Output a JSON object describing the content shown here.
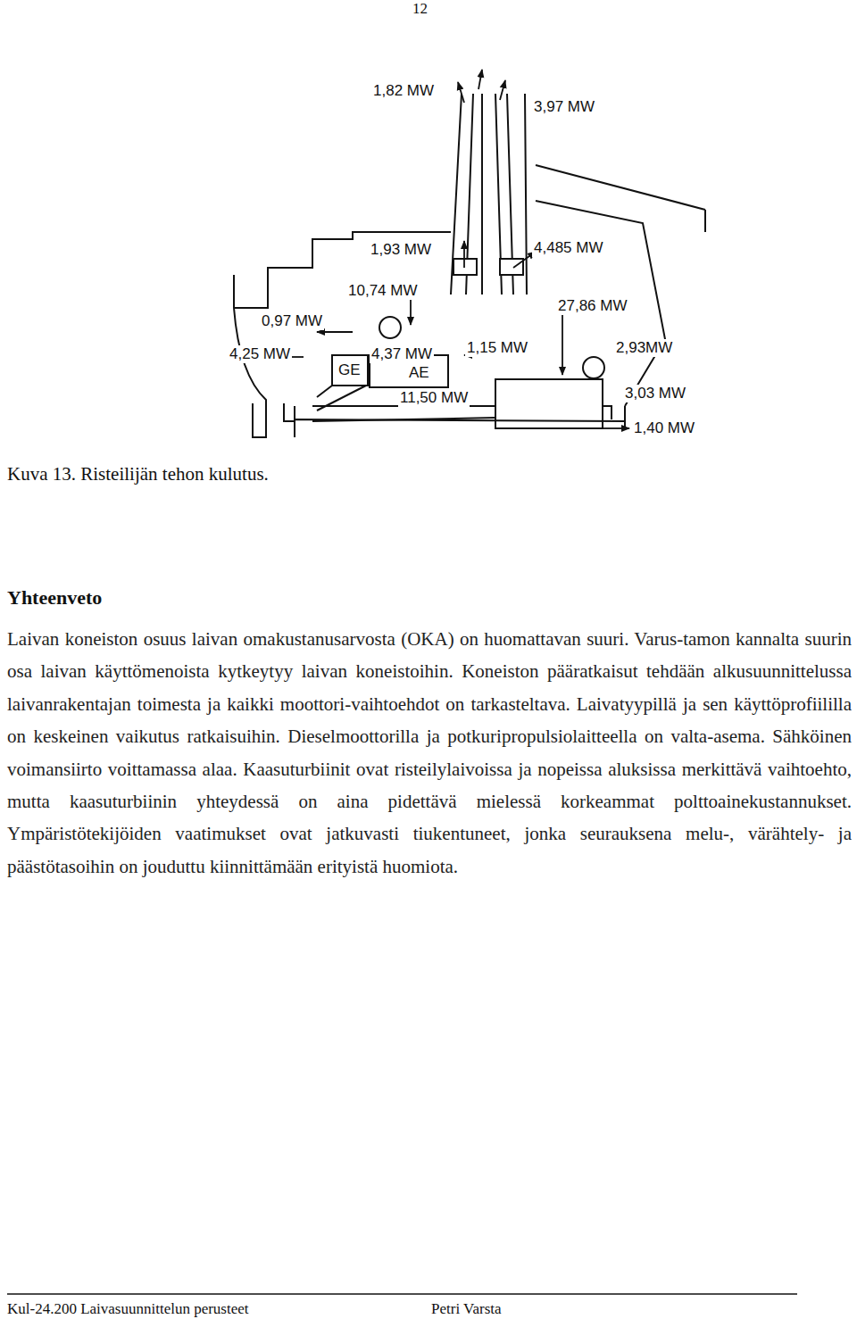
{
  "diagram": {
    "caption": "Kuva 13. Risteilijän tehon kulutus.",
    "labels": [
      "12",
      "1,82 MW",
      "3,97 MW",
      "1,93 MW",
      "4,485 MW",
      "10,74 MW",
      "0,97 MW",
      "27,86 MW",
      "4,25 MW",
      "4,37 MW",
      "1,15 MW",
      "2,93MW",
      "GE",
      "AE",
      "11,50 MW",
      "3,03 MW",
      "1,40 MW",
      "Yhteenveto",
      "Laivan koneiston osuus laivan omakustanusarvosta (OKA) on huomattavan suuri. Varus-tamon kannalta suurin osa laivan käyttömenoista kytkeytyy laivan koneistoihin. Koneiston pääratkaisut tehdään alkusuunnittelussa laivanrakentajan toimesta ja kaikki moottori-vaihtoehdot on tarkasteltava. Laivatyypillä ja sen käyttöprofiililla on keskeinen vaikutus ratkaisuihin. Dieselmoottorilla ja potkuripropulsiolaitteella on valta-asema. Sähköinen voimansiirto voittamassa alaa. Kaasuturbiinit ovat risteilylaivoissa ja nopeissa aluksissa merkittävä vaihtoehto, mutta kaasuturbiinin yhteydessä on aina pidettävä mielessä korkeammat polttoainekustannukset. Ympäristötekijöiden vaatimukset ovat jatkuvasti tiukentuneet, jonka seurauksena melu-, värähtely- ja päästötasoihin on jouduttu kiinnittämään erityistä huomiota.",
      "Kul-24.200 Laivasuunnittelun perusteet",
      "Petri Varsta"
    ]
  }
}
